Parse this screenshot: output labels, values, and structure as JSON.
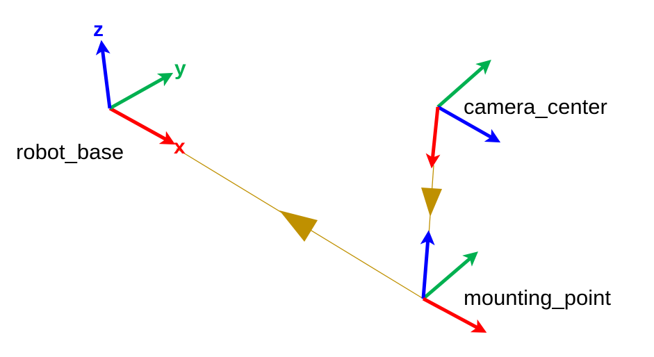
{
  "colors": {
    "x_axis": "#ff0000",
    "y_axis": "#00b050",
    "z_axis": "#0000ff",
    "link": "#bf9000"
  },
  "axis_labels": {
    "z": "z",
    "y": "y",
    "x": "x"
  },
  "frames": [
    {
      "id": "robot_base",
      "label": "robot_base"
    },
    {
      "id": "camera_center",
      "label": "camera_center"
    },
    {
      "id": "mounting_point",
      "label": "mounting_point"
    }
  ],
  "links": [
    {
      "from": "mounting_point",
      "to": "robot_base",
      "arrow": "triangle"
    },
    {
      "from": "camera_center",
      "to": "mounting_point",
      "arrow": "triangle"
    }
  ]
}
